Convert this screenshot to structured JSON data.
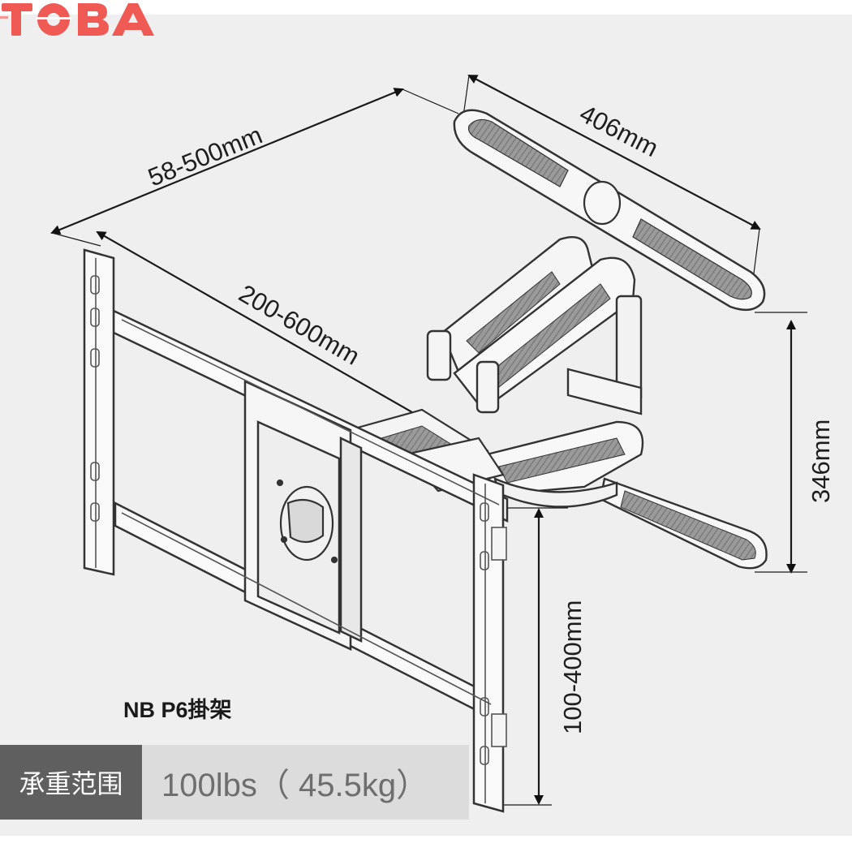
{
  "dimensions": {
    "depth": "58-500mm",
    "arm_span": "200-600mm",
    "plate_width": "406mm",
    "height": "346mm",
    "vesa_vertical": "100-400mm"
  },
  "model_label": "NB P6掛架",
  "load_capacity": {
    "label": "承重范围",
    "value": "100lbs（ 45.5kg）"
  },
  "brand": {
    "name": "TOBA",
    "color": "#f05a55"
  },
  "colors": {
    "background": "#efefef",
    "outline": "#333333",
    "shading": "#8f8f8f"
  }
}
